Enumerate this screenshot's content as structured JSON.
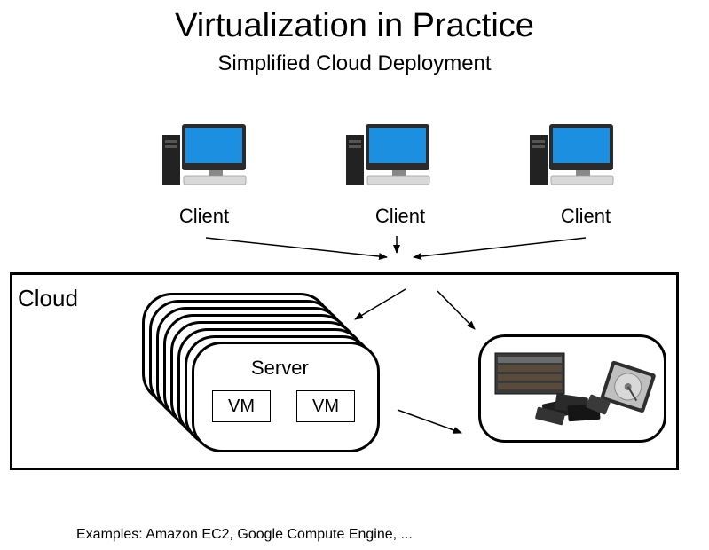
{
  "title": "Virtualization in Practice",
  "subtitle": "Simplified Cloud Deployment",
  "clients": [
    {
      "label": "Client",
      "icon": "desktop-computer-icon"
    },
    {
      "label": "Client",
      "icon": "desktop-computer-icon"
    },
    {
      "label": "Client",
      "icon": "desktop-computer-icon"
    }
  ],
  "cloud": {
    "label": "Cloud",
    "server": {
      "label": "Server",
      "vms": [
        "VM",
        "VM"
      ],
      "stack_icon": "stacked-servers-icon"
    },
    "storage": {
      "icon": "storage-hardware-icon"
    }
  },
  "examples": "Examples: Amazon EC2, Google Compute Engine, ...",
  "colors": {
    "outline": "#000000",
    "monitor_screen": "#1d8fe0",
    "monitor_frame": "#2b2b2b",
    "keyboard": "#d9d9d9"
  }
}
